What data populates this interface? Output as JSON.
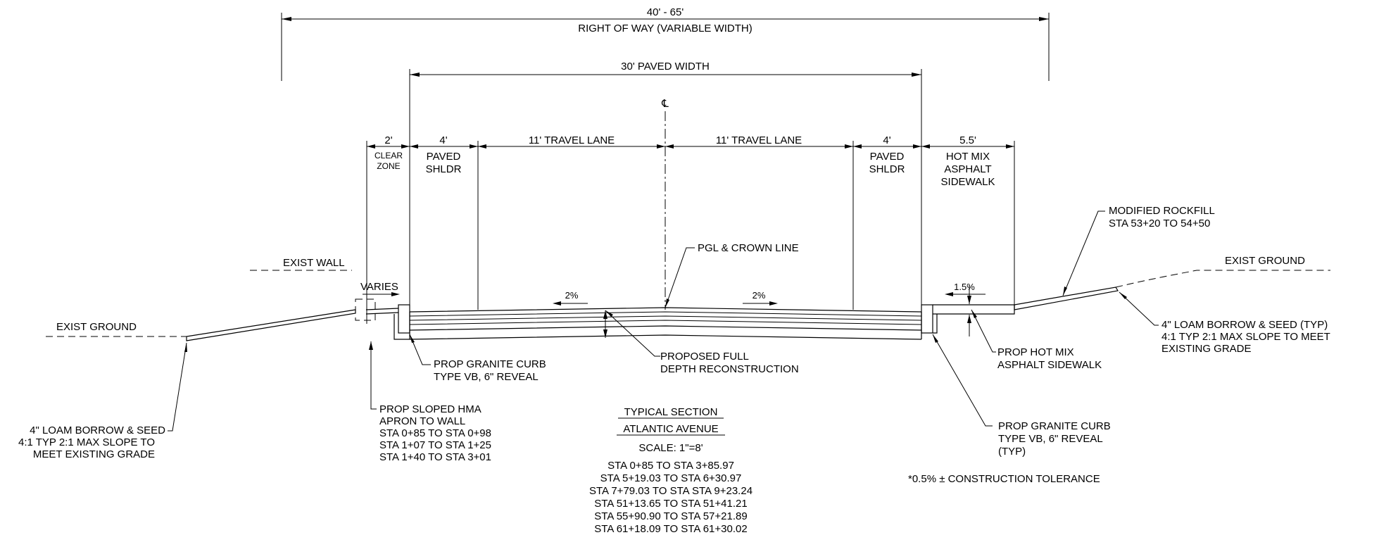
{
  "dimensions": {
    "row_range": "40' - 65'",
    "row_label": "RIGHT OF WAY (VARIABLE WIDTH)",
    "paved_width": "30' PAVED WIDTH",
    "centerline_symbol": "℄",
    "clear_zone_dim": "2'",
    "clear_zone_label_1": "CLEAR",
    "clear_zone_label_2": "ZONE",
    "left_shoulder_dim": "4'",
    "left_shoulder_label_1": "PAVED",
    "left_shoulder_label_2": "SHLDR",
    "left_lane": "11' TRAVEL LANE",
    "right_lane": "11' TRAVEL LANE",
    "right_shoulder_dim": "4'",
    "right_shoulder_label_1": "PAVED",
    "right_shoulder_label_2": "SHLDR",
    "sidewalk_dim": "5.5'",
    "sidewalk_label_1": "HOT MIX",
    "sidewalk_label_2": "ASPHALT",
    "sidewalk_label_3": "SIDEWALK"
  },
  "slopes": {
    "left_lane_slope": "2%",
    "right_lane_slope": "2%",
    "sidewalk_slope": "1.5%",
    "varies": "VARIES"
  },
  "callouts": {
    "exist_wall": "EXIST WALL",
    "exist_ground_left": "EXIST GROUND",
    "exist_ground_right": "EXIST GROUND",
    "pgl_crown": "PGL & CROWN LINE",
    "modified_rockfill_1": "MODIFIED ROCKFILL",
    "modified_rockfill_2": "STA 53+20 TO 54+50",
    "loam_right_1": "4\" LOAM BORROW & SEED (TYP)",
    "loam_right_2": "4:1 TYP 2:1 MAX SLOPE TO MEET",
    "loam_right_3": "EXISTING GRADE",
    "prop_hot_mix_1": "PROP HOT MIX",
    "prop_hot_mix_2": "ASPHALT SIDEWALK",
    "full_depth_1": "PROPOSED FULL",
    "full_depth_2": "DEPTH RECONSTRUCTION",
    "curb_left_1": "PROP GRANITE CURB",
    "curb_left_2": "TYPE VB, 6\" REVEAL",
    "curb_right_1": "PROP GRANITE CURB",
    "curb_right_2": "TYPE VB, 6\" REVEAL",
    "curb_right_3": "(TYP)",
    "apron": [
      "PROP SLOPED HMA",
      "APRON TO WALL",
      "STA 0+85 TO STA 0+98",
      "STA 1+07 TO STA 1+25",
      "STA 1+40 TO STA 3+01"
    ],
    "loam_left": [
      "4\" LOAM BORROW & SEED",
      "4:1 TYP 2:1 MAX SLOPE TO",
      "MEET EXISTING GRADE"
    ],
    "tolerance": "*0.5% ± CONSTRUCTION TOLERANCE"
  },
  "title_block": {
    "title_1": "TYPICAL SECTION",
    "title_2": "ATLANTIC AVENUE",
    "scale": "SCALE: 1\"=8'",
    "stations": [
      "STA 0+85 TO STA 3+85.97",
      "STA 5+19.03 TO STA 6+30.97",
      "STA 7+79.03 TO STA STA 9+23.24",
      "STA 51+13.65 TO STA 51+41.21",
      "STA 55+90.90 TO STA 57+21.89",
      "STA 61+18.09 TO STA 61+30.02"
    ]
  }
}
